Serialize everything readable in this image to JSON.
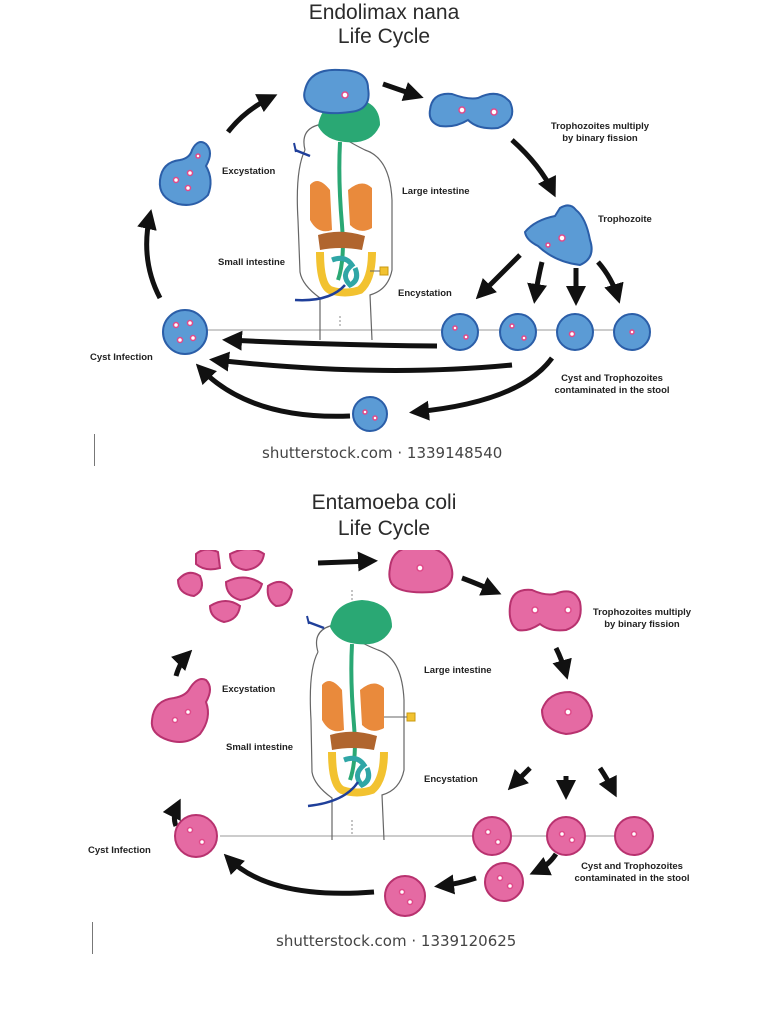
{
  "panels": [
    {
      "title_line1": "Endolimax nana",
      "title_line2": "Life Cycle",
      "labels": {
        "multiply_1": "Trophozoites multiply",
        "multiply_2": "by binary fission",
        "trophozoite": "Trophozoite",
        "excystation": "Excystation",
        "large_intestine": "Large intestine",
        "small_intestine": "Small intestine",
        "encystation": "Encystation",
        "cyst_infection": "Cyst Infection",
        "stool_1": "Cyst and Trophozoites",
        "stool_2": "contaminated in the stool"
      },
      "watermark": "shutterstock.com · 1339148540",
      "cell_fill": "#5b9bd5",
      "cell_stroke": "#2b5ea8"
    },
    {
      "title_line1": "Entamoeba coli",
      "title_line2": "Life Cycle",
      "labels": {
        "multiply_1": "Trophozoites multiply",
        "multiply_2": "by binary fission",
        "excystation": "Excystation",
        "large_intestine": "Large intestine",
        "small_intestine": "Small intestine",
        "encystation": "Encystation",
        "cyst_infection": "Cyst Infection",
        "stool_1": "Cyst and Trophozoites",
        "stool_2": "contaminated in the stool"
      },
      "watermark": "shutterstock.com · 1339120625",
      "cell_fill": "#e56aa3",
      "cell_stroke": "#b8326f"
    }
  ],
  "colors": {
    "arrow": "#111111",
    "organ_stomach": "#2aa874",
    "organ_lungs": "#e98a3c",
    "organ_large_intestine": "#f2c230",
    "organ_small_intestine": "#2fa6a6",
    "organ_liver": "#b0652e",
    "pointer_line": "#1f3f9a",
    "nucleus": "#e04a8a"
  }
}
